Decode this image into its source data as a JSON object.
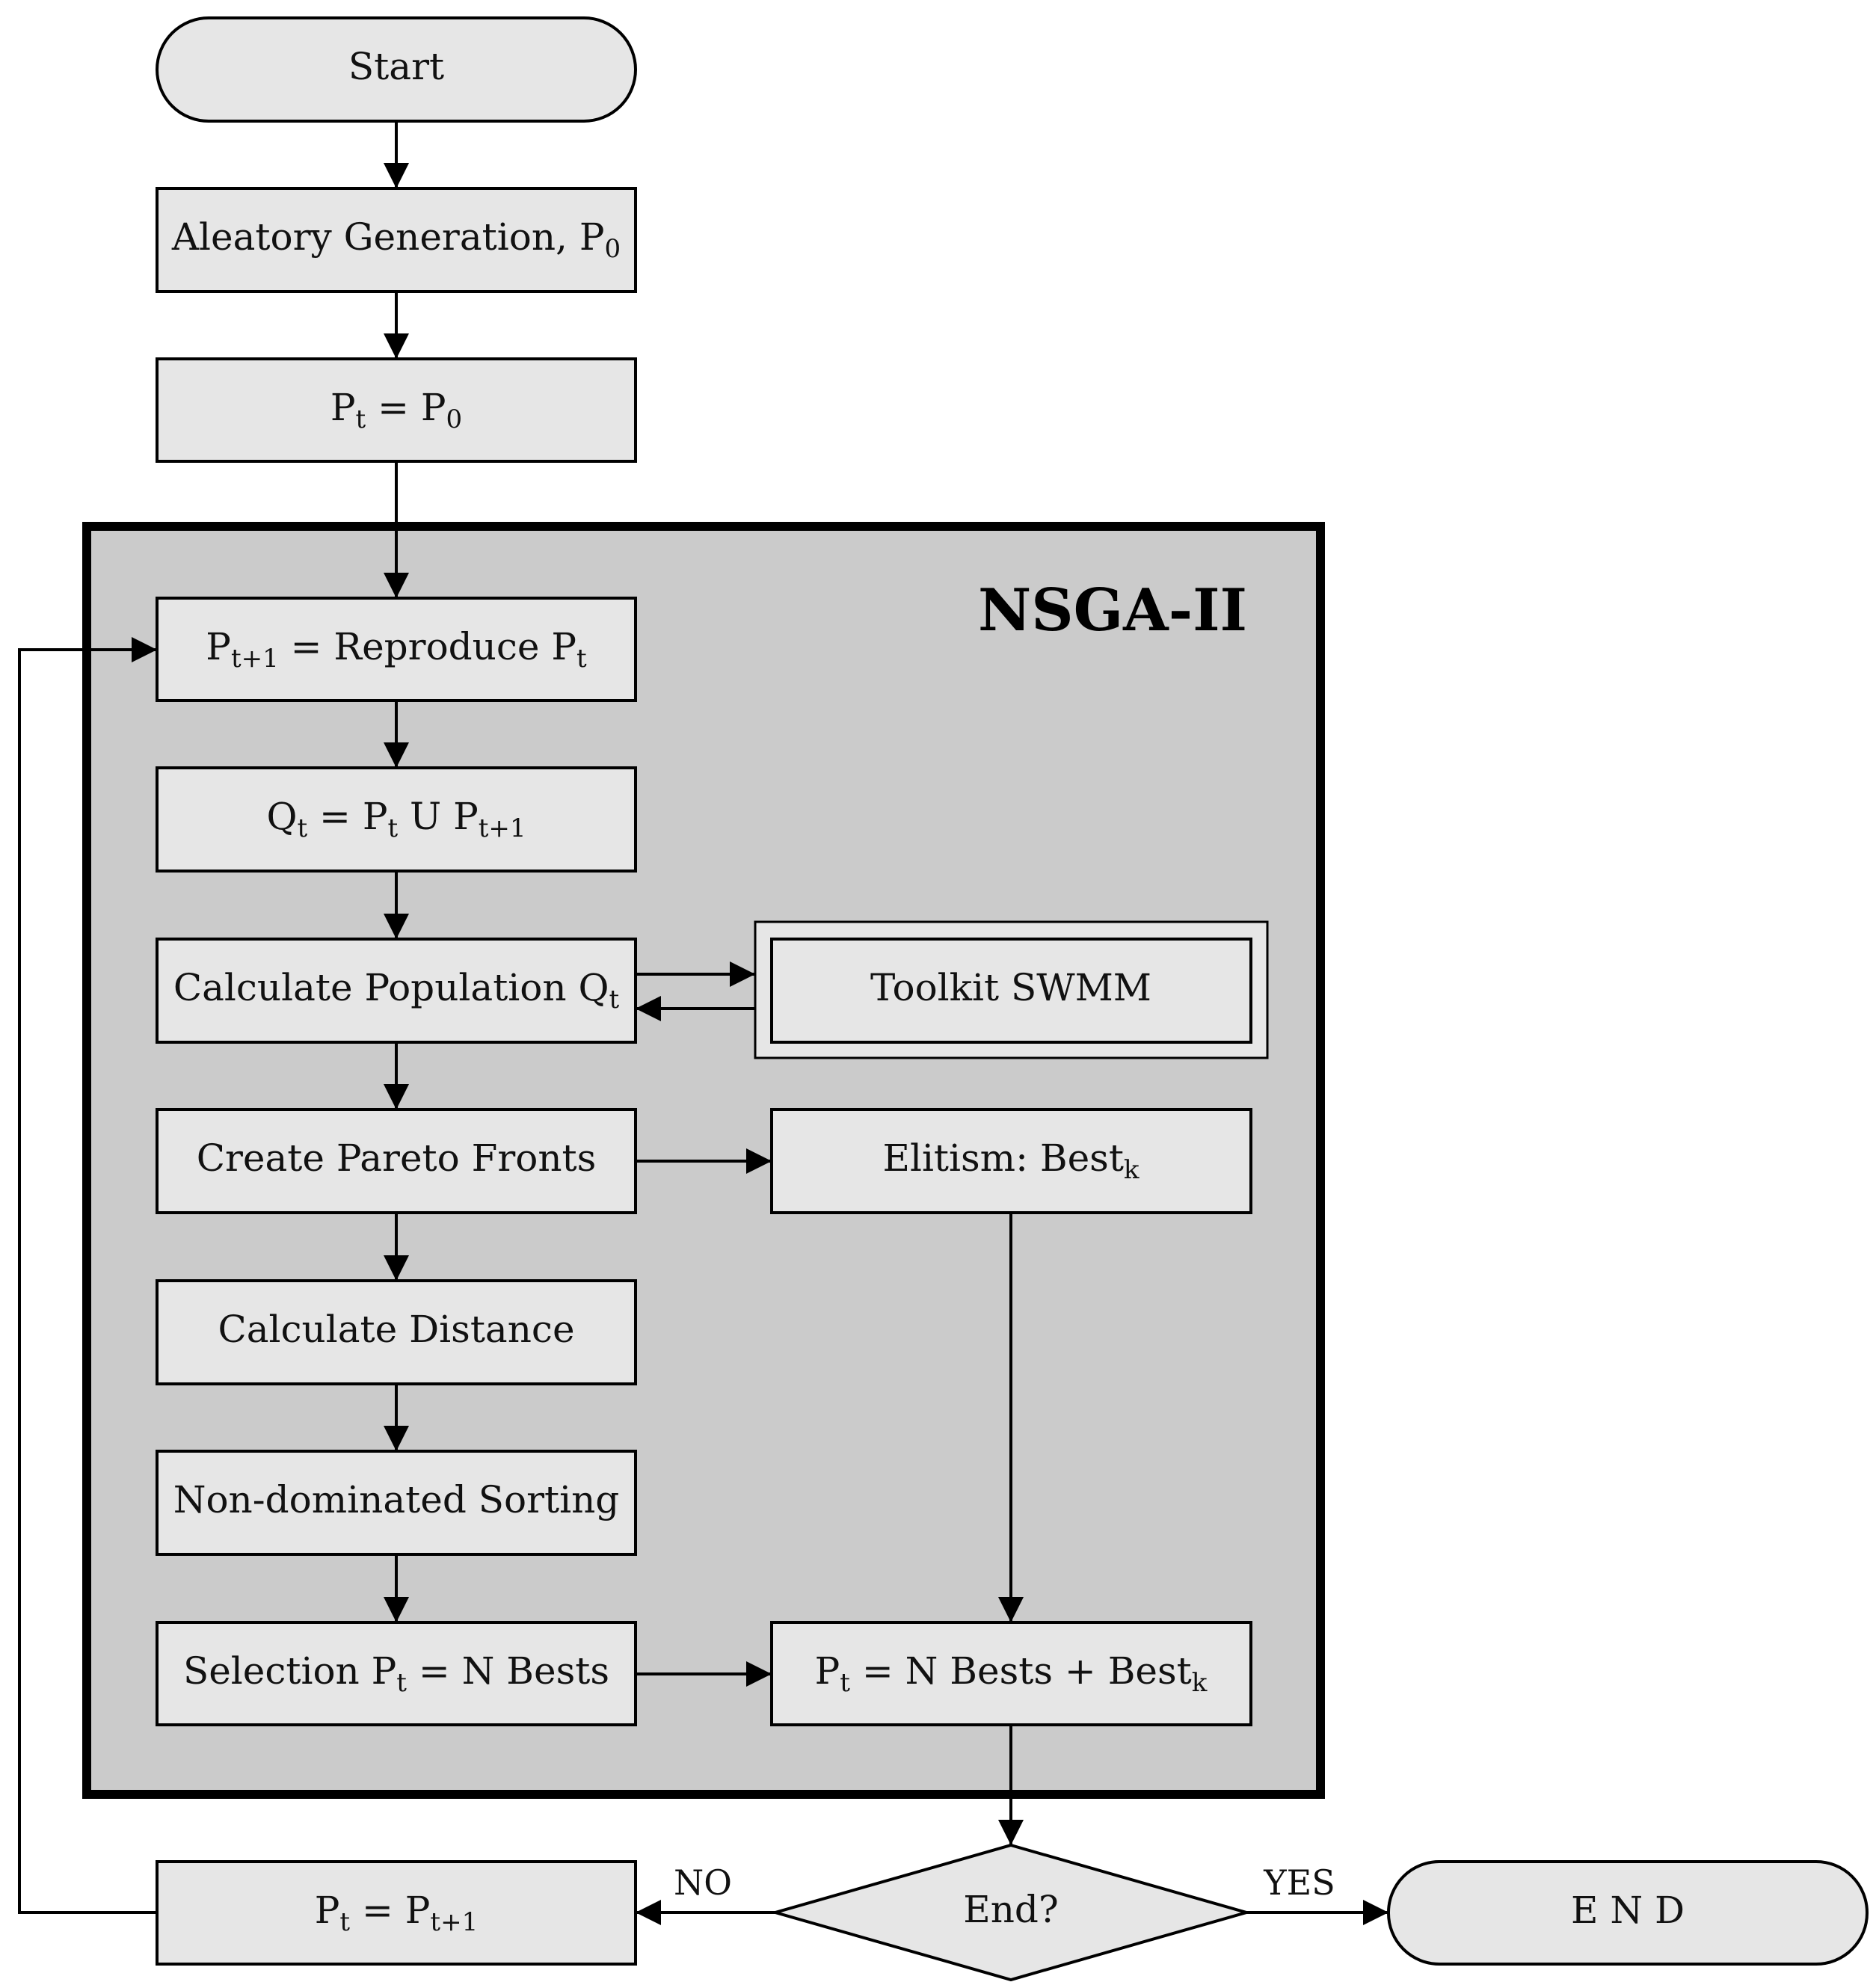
{
  "colors": {
    "box_fill": "#e6e6e6",
    "container_fill": "#cbcbcb",
    "stroke": "#000000"
  },
  "diagram": {
    "container_title": "NSGA-II",
    "nodes": {
      "start": {
        "parts": [
          {
            "t": "Start"
          }
        ]
      },
      "aleatory": {
        "parts": [
          {
            "t": "Aleatory Generation, P"
          },
          {
            "t": "0",
            "s": 1
          }
        ]
      },
      "pt_p0": {
        "parts": [
          {
            "t": "P"
          },
          {
            "t": "t",
            "s": 1
          },
          {
            "t": " = P"
          },
          {
            "t": "0",
            "s": 1
          }
        ]
      },
      "reproduce": {
        "parts": [
          {
            "t": "P"
          },
          {
            "t": "t+1",
            "s": 1
          },
          {
            "t": " = Reproduce P"
          },
          {
            "t": "t",
            "s": 1
          }
        ]
      },
      "union": {
        "parts": [
          {
            "t": "Q"
          },
          {
            "t": "t",
            "s": 1
          },
          {
            "t": " = P"
          },
          {
            "t": "t",
            "s": 1
          },
          {
            "t": " U P"
          },
          {
            "t": "t+1",
            "s": 1
          }
        ]
      },
      "calc_pop": {
        "parts": [
          {
            "t": "Calculate Population Q"
          },
          {
            "t": "t",
            "s": 1
          }
        ]
      },
      "toolkit": {
        "parts": [
          {
            "t": "Toolkit SWMM"
          }
        ]
      },
      "pareto": {
        "parts": [
          {
            "t": "Create Pareto Fronts"
          }
        ]
      },
      "elitism": {
        "parts": [
          {
            "t": "Elitism: Best"
          },
          {
            "t": "k",
            "s": 1
          }
        ]
      },
      "distance": {
        "parts": [
          {
            "t": "Calculate Distance"
          }
        ]
      },
      "sorting": {
        "parts": [
          {
            "t": "Non-dominated Sorting"
          }
        ]
      },
      "selection": {
        "parts": [
          {
            "t": "Selection P"
          },
          {
            "t": "t",
            "s": 1
          },
          {
            "t": " = N Bests"
          }
        ]
      },
      "combine": {
        "parts": [
          {
            "t": "P"
          },
          {
            "t": "t",
            "s": 1
          },
          {
            "t": " = N Bests + Best"
          },
          {
            "t": "k",
            "s": 1
          }
        ]
      },
      "decision": {
        "parts": [
          {
            "t": "End?"
          }
        ]
      },
      "pt_next": {
        "parts": [
          {
            "t": "P"
          },
          {
            "t": "t",
            "s": 1
          },
          {
            "t": " = P"
          },
          {
            "t": "t+1",
            "s": 1
          }
        ]
      },
      "end": {
        "parts": [
          {
            "t": "E N D"
          }
        ]
      }
    },
    "edge_labels": {
      "no": "NO",
      "yes": "YES"
    }
  }
}
